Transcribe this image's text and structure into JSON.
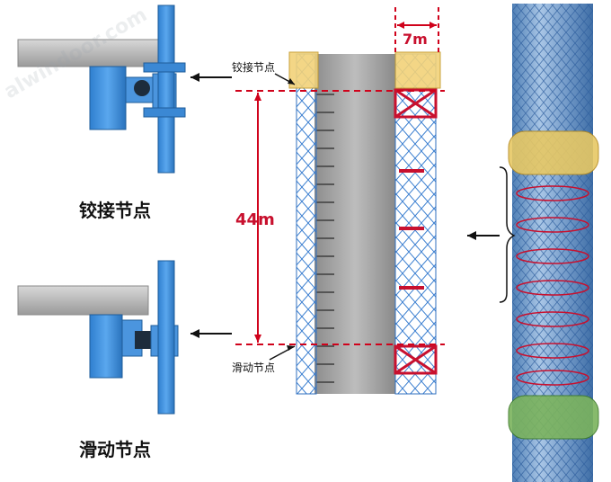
{
  "labels": {
    "hinged_node": "铰接节点",
    "sliding_node": "滑动节点",
    "hinged_node_small": "铰接节点",
    "sliding_node_small": "滑动节点",
    "dim_width": "7m",
    "dim_height": "44m"
  },
  "watermark": "alwindoor.com",
  "colors": {
    "steel_blue": "#3b8fd9",
    "concrete": "#b9b9b9",
    "dimension_red": "#d0021b",
    "platform_yellow": "#e8c35a",
    "platform_green": "#6aa84f"
  }
}
